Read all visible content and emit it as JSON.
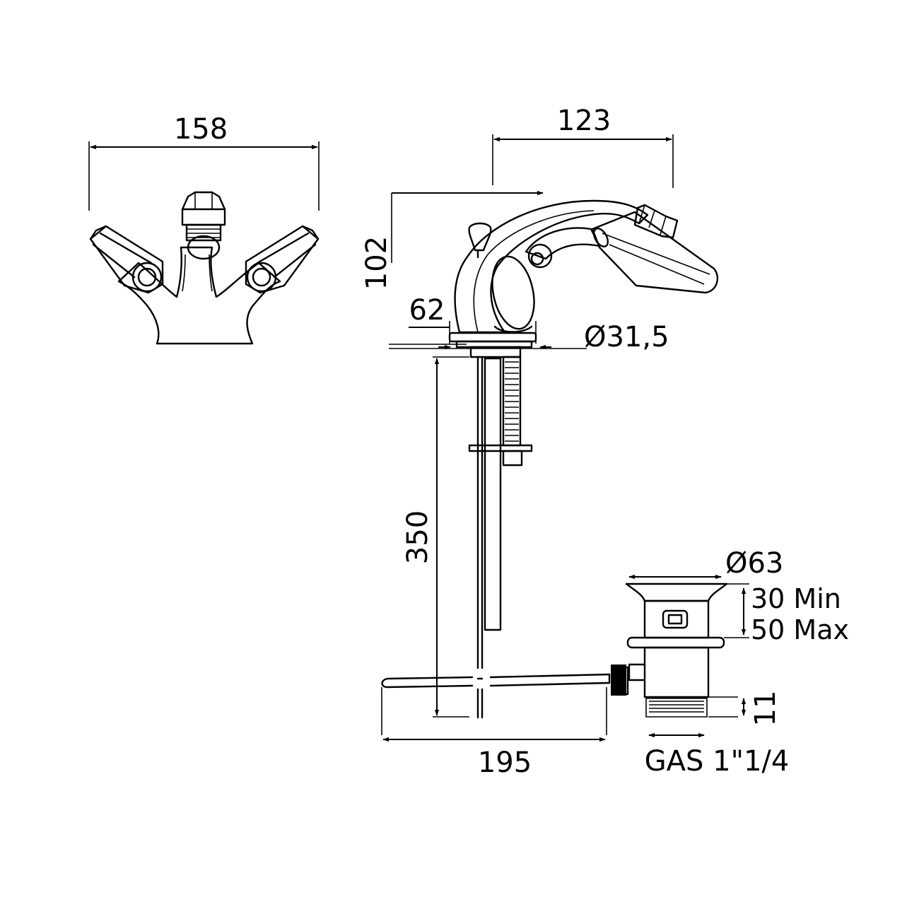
{
  "dimensions": {
    "width_front": "158",
    "spout_reach": "123",
    "height": "102",
    "base_height": "62",
    "base_diameter": "Ø31,5",
    "pull_rod_length": "350",
    "waste_diameter": "Ø63",
    "waste_min": "30 Min",
    "waste_max": "50 Max",
    "thread_length": "11",
    "rod_reach": "195",
    "thread_spec": "GAS 1\"1/4"
  }
}
